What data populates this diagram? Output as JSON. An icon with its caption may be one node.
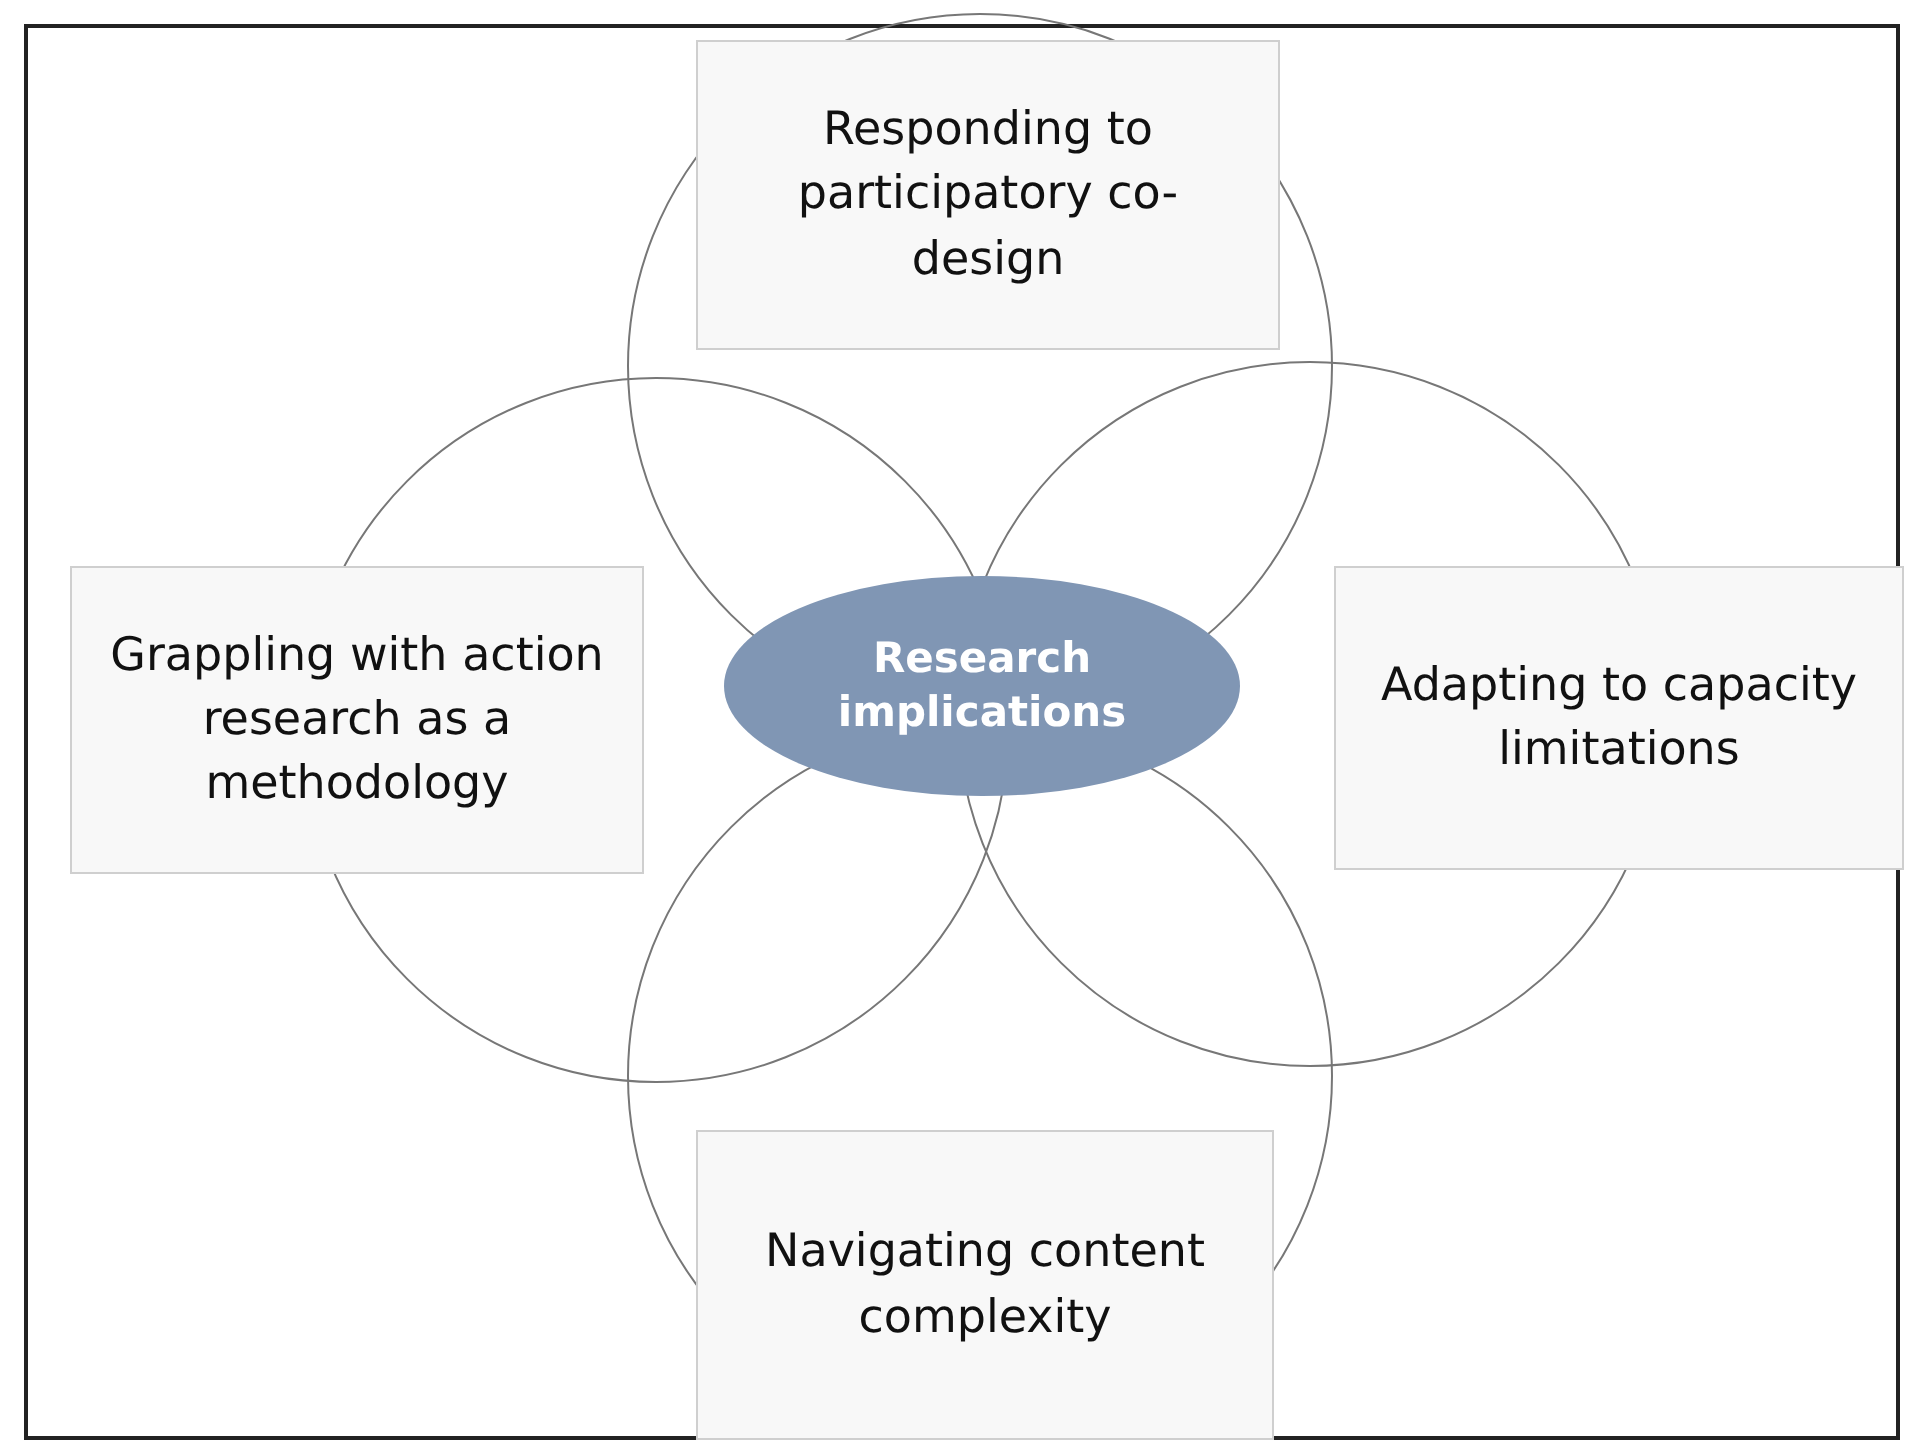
{
  "diagram": {
    "nodes": [
      {
        "text": [
          "Responding to participatory co-design"
        ]
      },
      {
        "text": [
          "Grappling with action research as a methodology"
        ]
      },
      {
        "text": [
          "Research implications"
        ]
      },
      {
        "text": [
          "Adapting to capacity limitations"
        ]
      },
      {
        "text": [
          "Navigating content complexity"
        ]
      }
    ]
  }
}
